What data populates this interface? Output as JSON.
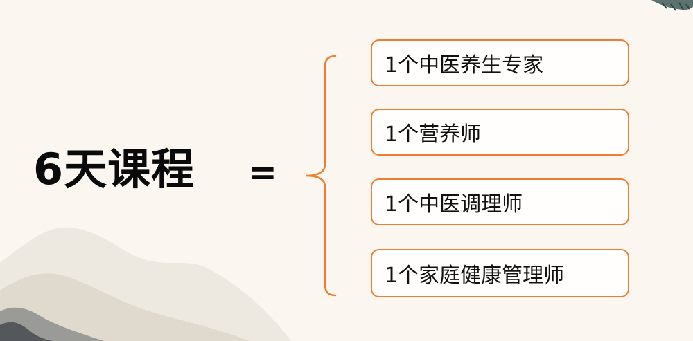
{
  "slide": {
    "title": "6天课程",
    "equals": "=",
    "items": [
      {
        "label": "1个中医养生专家"
      },
      {
        "label": "1个营养师"
      },
      {
        "label": "1个中医调理师"
      },
      {
        "label": "1个家庭健康管理师"
      }
    ]
  },
  "colors": {
    "background": "#fbf7f0",
    "accent": "#ed7d31",
    "text": "#0a0a0a"
  }
}
